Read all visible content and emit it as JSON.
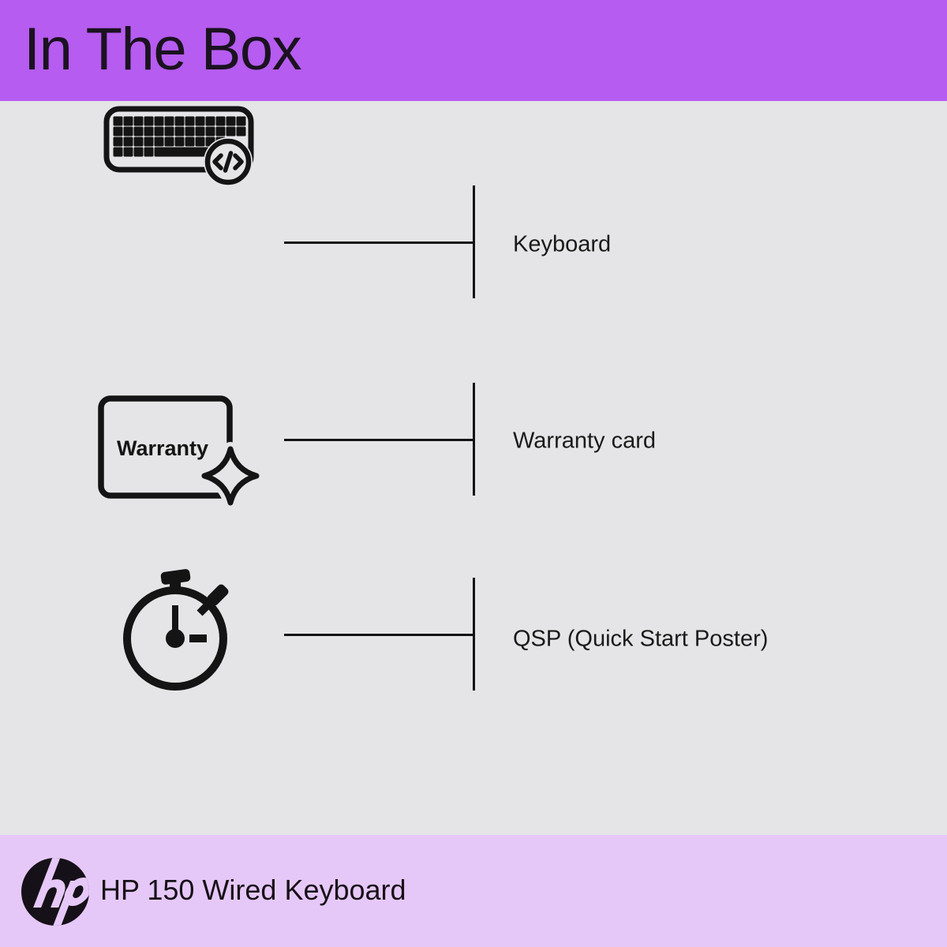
{
  "header": {
    "title": "In The Box"
  },
  "items": [
    {
      "id": "keyboard",
      "label": "Keyboard"
    },
    {
      "id": "warranty-card",
      "label": "Warranty card",
      "card_text": "Warranty"
    },
    {
      "id": "qsp",
      "label": "QSP (Quick Start Poster)"
    }
  ],
  "footer": {
    "logo_text": "hp",
    "product_name": "HP 150 Wired Keyboard"
  },
  "icons": {
    "keyboard_icon": "keyboard with code badge",
    "code_badge_icon": "</> in circle",
    "warranty_card_icon": "card with sparkle",
    "sparkle_icon": "four-point star",
    "stopwatch_icon": "stopwatch",
    "hp_logo": "HP circle logo"
  },
  "colors": {
    "header_bg": "#b65cf0",
    "body_bg": "#e5e4e6",
    "footer_bg": "#e6c8f8",
    "ink": "#171118",
    "line": "#141414"
  }
}
